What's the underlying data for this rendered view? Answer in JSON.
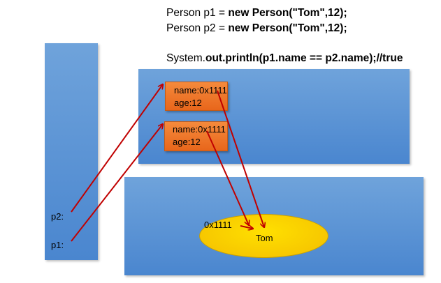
{
  "code": {
    "line1": {
      "plain": "Person p1 = ",
      "bold": "new Person(\"Tom\",12);"
    },
    "line2": {
      "plain": "Person p2 = ",
      "bold": "new Person(\"Tom\",12);"
    },
    "line3": {
      "plain": "System.",
      "bold": "out.println(p1.name == p2.name);//true"
    }
  },
  "stack": {
    "vars": [
      {
        "label": "p2:"
      },
      {
        "label": "p1:"
      }
    ]
  },
  "heap": {
    "objects": [
      {
        "name": "name:0x1111",
        "age": "age:12"
      },
      {
        "name": "name:0x1111",
        "age": "age:12"
      }
    ]
  },
  "string_pool": {
    "address": "0x1111",
    "value": "Tom"
  },
  "colors": {
    "panel": "#5b93d6",
    "object": "#ee7427",
    "string_ellipse": "#f7c800",
    "arrow": "#c00000"
  }
}
